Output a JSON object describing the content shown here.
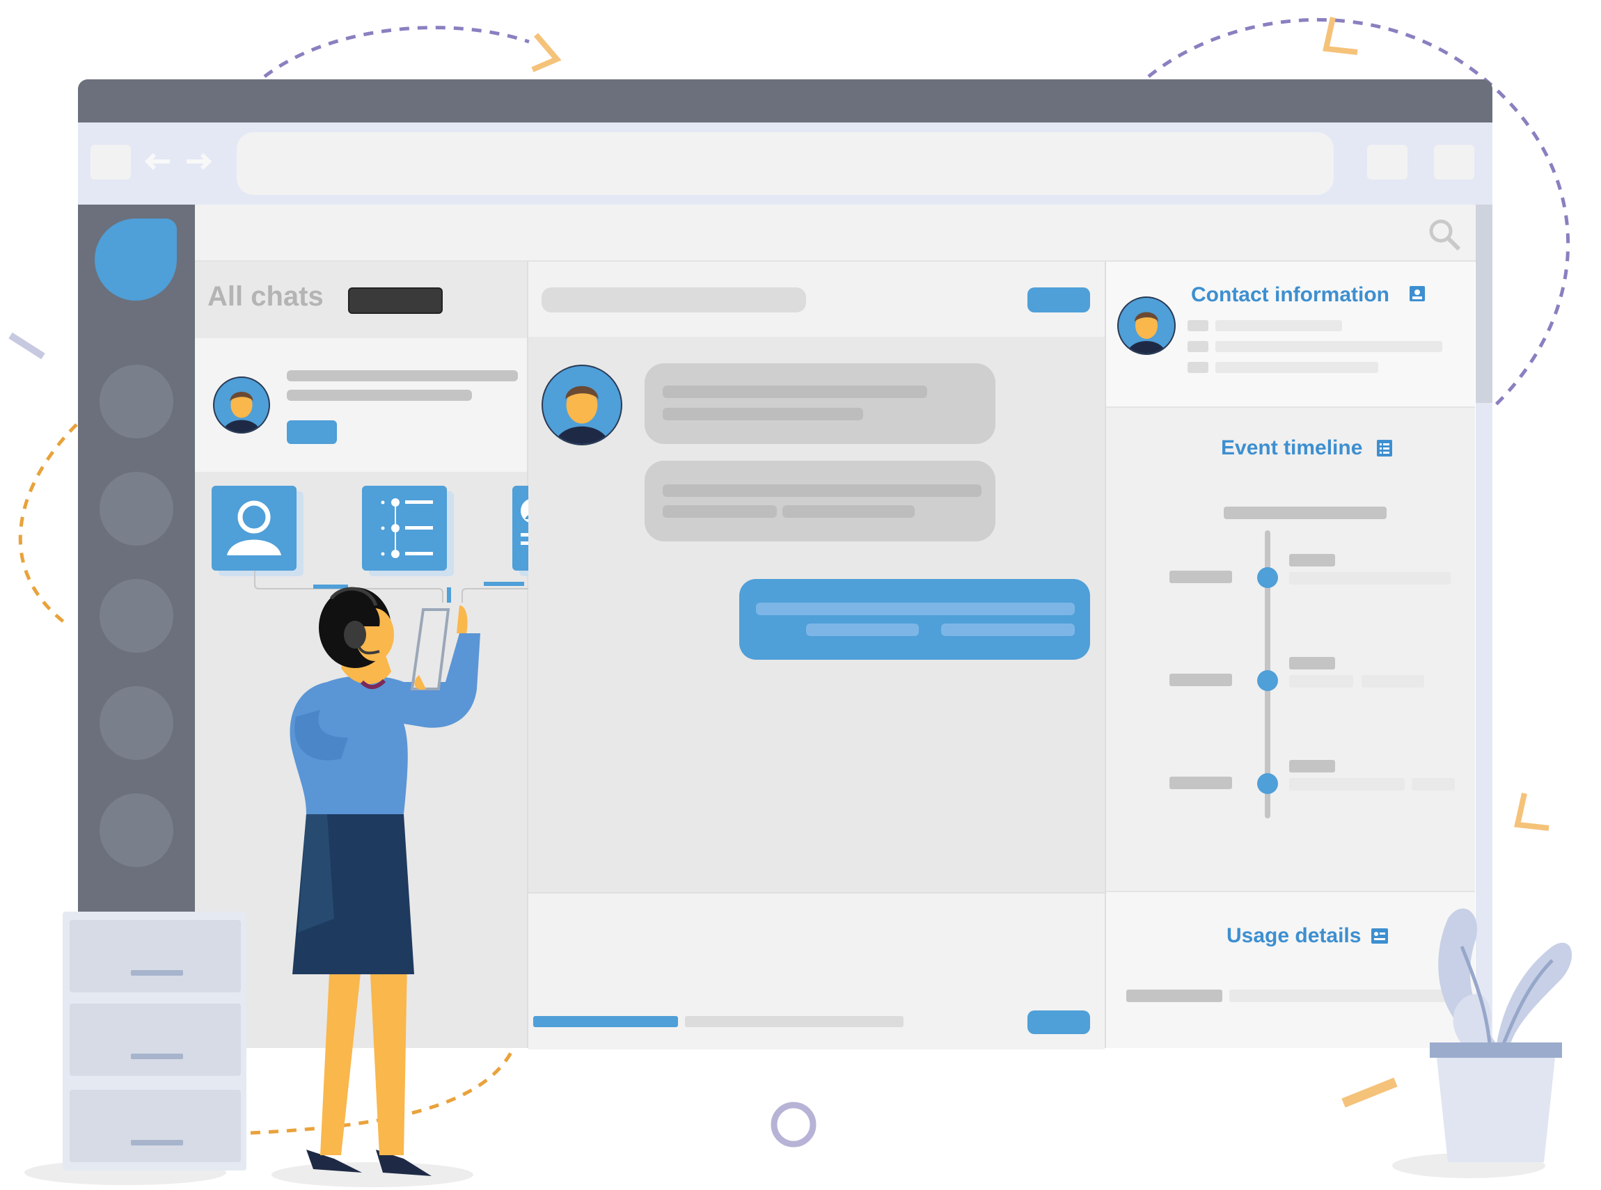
{
  "chat_list": {
    "title": "All chats"
  },
  "right_panel": {
    "contact_title": "Contact information",
    "timeline_title": "Event timeline",
    "usage_title": "Usage details"
  },
  "colors": {
    "accent": "#4f9fd8",
    "title_blue": "#3d8fd0",
    "window_chrome": "#6b707c",
    "sidebar": "#6b707c",
    "dashed_purple": "#8b7fc0",
    "dashed_orange": "#e9a23b"
  },
  "icons": [
    "search-icon",
    "contact-card-icon",
    "timeline-icon",
    "usage-icon",
    "user-icon",
    "list-icon",
    "id-card-icon"
  ]
}
